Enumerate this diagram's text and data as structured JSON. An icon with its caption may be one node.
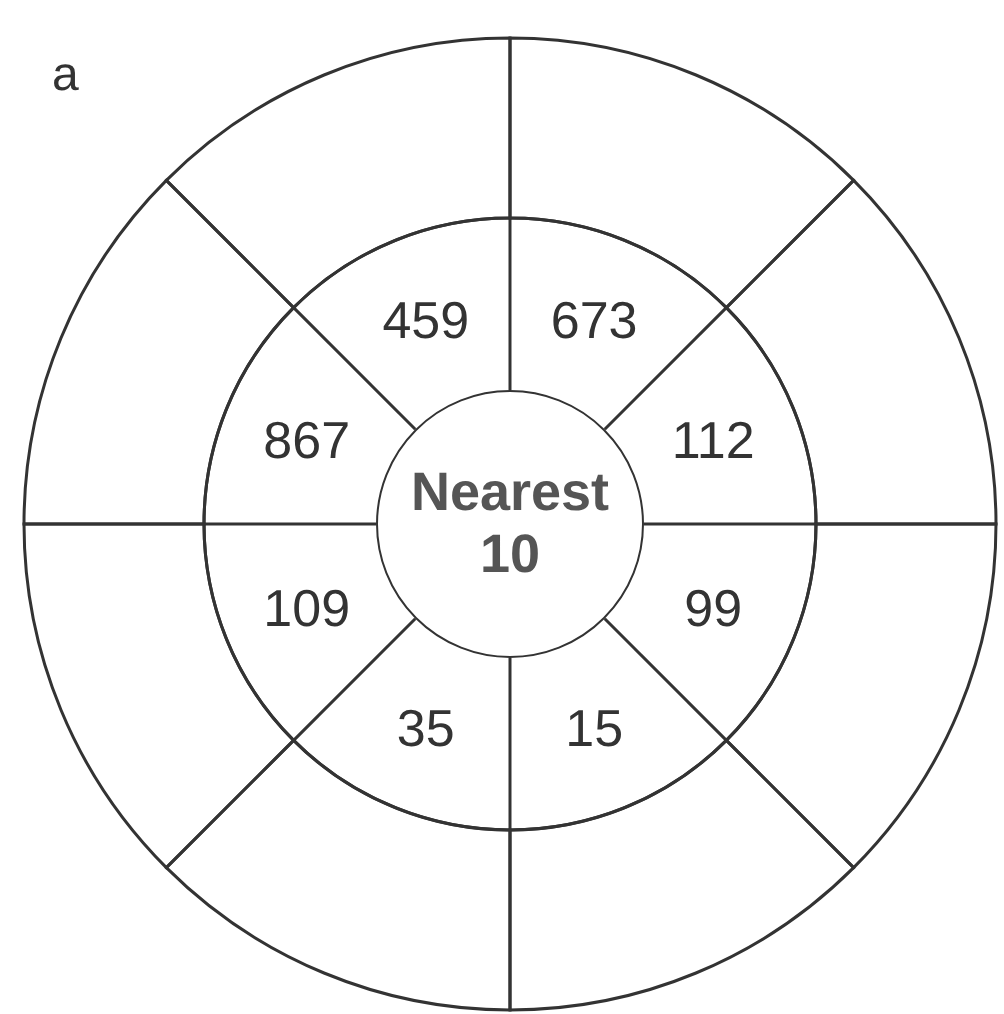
{
  "diagram": {
    "nodes": [
      {
        "text": [
          "Nearest 10"
        ]
      },
      {
        "text": [
          "459"
        ]
      },
      {
        "text": [
          "673"
        ]
      },
      {
        "text": [
          "112"
        ]
      },
      {
        "text": [
          "99"
        ]
      },
      {
        "text": [
          "15"
        ]
      },
      {
        "text": [
          "35"
        ]
      },
      {
        "text": [
          "109"
        ]
      },
      {
        "text": [
          "867"
        ]
      },
      {
        "text": [],
        "shape": "sector"
      },
      {
        "text": [],
        "shape": "sector"
      },
      {
        "text": [],
        "shape": "sector"
      },
      {
        "text": [],
        "shape": "sector"
      },
      {
        "text": [],
        "shape": "sector"
      },
      {
        "text": [],
        "shape": "sector"
      },
      {
        "text": [],
        "shape": "sector"
      },
      {
        "text": [],
        "shape": "sector"
      }
    ],
    "labels": [
      "a"
    ]
  }
}
